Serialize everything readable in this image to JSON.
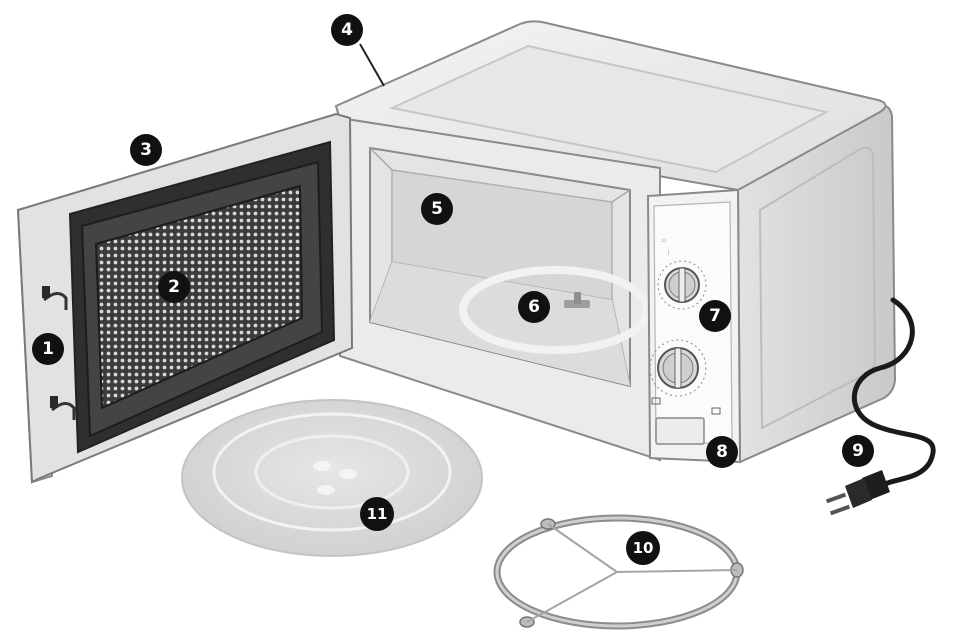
{
  "colors": {
    "badge": "#111111",
    "body_light": "#ececec",
    "body_mid": "#d9d9d9",
    "body_dark": "#b5b5b5",
    "outline": "#888888",
    "door_frame": "#3a3a3a",
    "glass": "#d2d2d2",
    "cord": "#1a1a1a"
  },
  "callouts": [
    {
      "id": "1",
      "label": "1"
    },
    {
      "id": "2",
      "label": "2"
    },
    {
      "id": "3",
      "label": "3"
    },
    {
      "id": "4",
      "label": "4"
    },
    {
      "id": "5",
      "label": "5"
    },
    {
      "id": "6",
      "label": "6"
    },
    {
      "id": "7",
      "label": "7"
    },
    {
      "id": "8",
      "label": "8"
    },
    {
      "id": "9",
      "label": "9"
    },
    {
      "id": "10",
      "label": "10"
    },
    {
      "id": "11",
      "label": "11"
    }
  ]
}
